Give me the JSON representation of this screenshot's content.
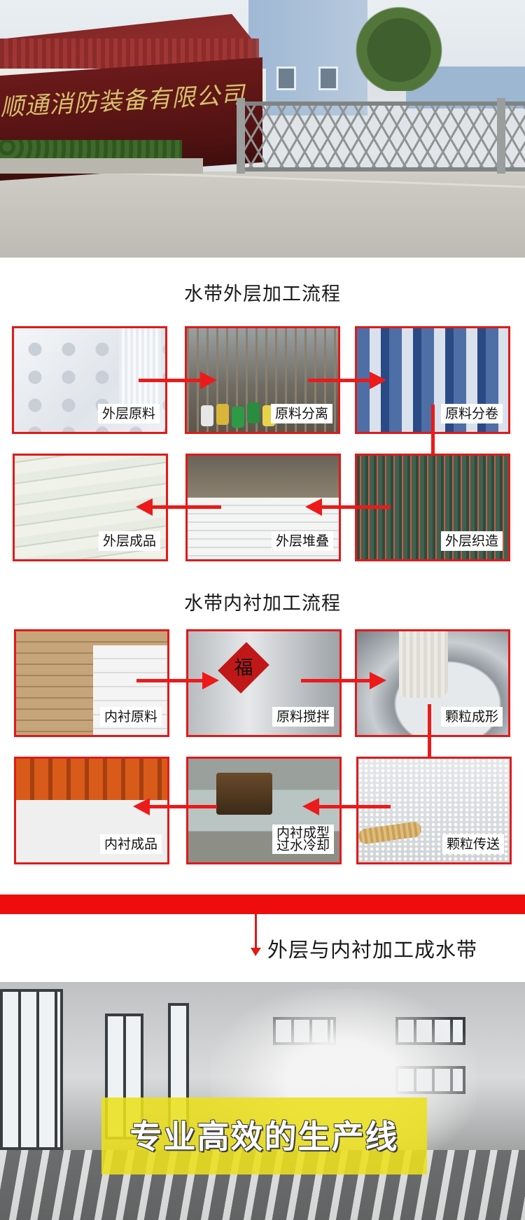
{
  "hero": {
    "company_sign": "顺通消防装备有限公司"
  },
  "outer_process": {
    "title": "水带外层加工流程",
    "steps": [
      {
        "label": "外层原料"
      },
      {
        "label": "原料分离"
      },
      {
        "label": "原料分卷"
      },
      {
        "label": "外层成品"
      },
      {
        "label": "外层堆叠"
      },
      {
        "label": "外层织造"
      }
    ]
  },
  "inner_process": {
    "title": "水带内衬加工流程",
    "steps": [
      {
        "label": "内衬原料"
      },
      {
        "label": "原料搅拌"
      },
      {
        "label": "颗粒成形"
      },
      {
        "label": "内衬成品"
      },
      {
        "label": "内衬成型\n过水冷却",
        "line1": "内衬成型",
        "line2": "过水冷却"
      },
      {
        "label": "颗粒传送"
      }
    ],
    "mixer_sign": "福"
  },
  "combine": {
    "text": "外层与内衬加工成水带"
  },
  "production_line": {
    "banner": "专业高效的生产线"
  },
  "colors": {
    "accent_red": "#e01a1a",
    "banner_yellow": "#ece01e"
  }
}
